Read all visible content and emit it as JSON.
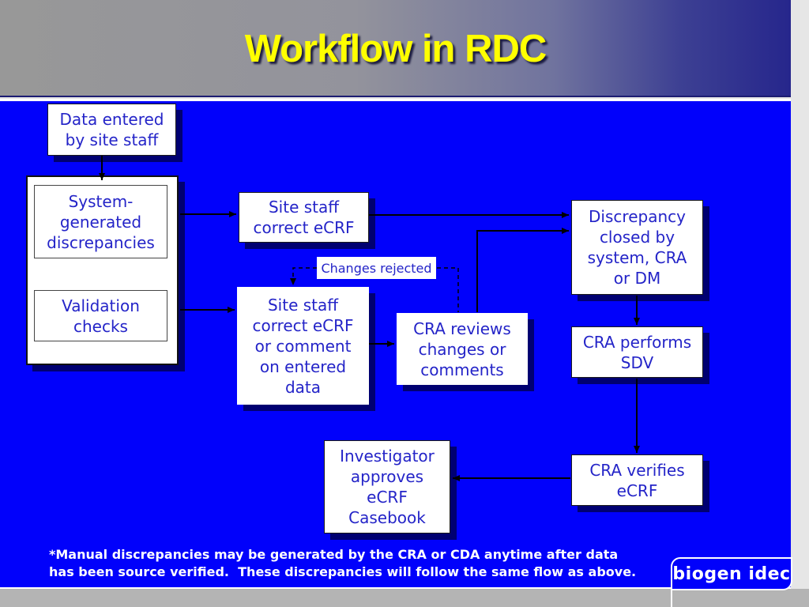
{
  "slide": {
    "title": "Workflow in RDC",
    "footnote": "*Manual discrepancies may be generated by the CRA or CDA anytime after data\nhas been source verified.  These discrepancies will follow the same flow as above.",
    "logo_text": "biogen idec"
  },
  "colors": {
    "canvas_blue": "#0101fb",
    "title_yellow": "#ffff00",
    "node_text_blue": "#2424c8",
    "header_gray_left": "#989898",
    "header_navy_right": "#26268c",
    "bottom_strip_gray": "#b4b4b4",
    "right_margin_gray": "#e6e6e6",
    "footnote_white": "#ffffff"
  },
  "diagram": {
    "nodes": {
      "data_entered": "Data entered\nby site staff",
      "system_generated": "System-\ngenerated\ndiscrepancies",
      "validation": "Validation\nchecks",
      "site_staff_correct": "Site staff\ncorrect eCRF",
      "changes_rejected": "Changes rejected",
      "site_staff_comment": "Site staff\ncorrect eCRF\nor comment\non entered\ndata",
      "cra_reviews": "CRA reviews\nchanges or\ncomments",
      "discrepancy_closed": "Discrepancy\nclosed by\nsystem, CRA\nor DM",
      "cra_performs_sdv": "CRA performs\nSDV",
      "cra_verifies": "CRA verifies\neCRF",
      "investigator_approves": "Investigator\napproves\neCRF\nCasebook"
    }
  }
}
